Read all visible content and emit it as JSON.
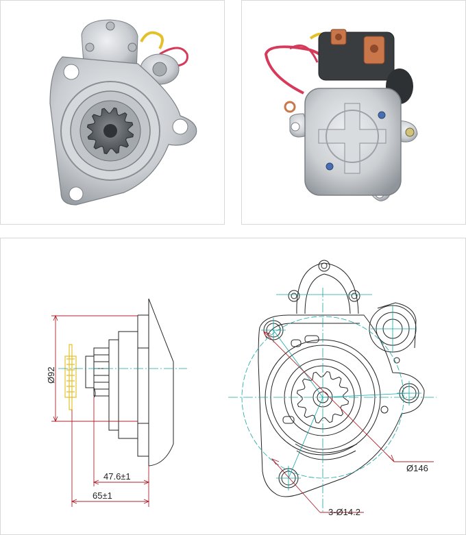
{
  "drawing": {
    "dimensions": {
      "diameter_92": "Ø92",
      "length_47_6": "47.6±1",
      "length_65": "65±1",
      "diameter_146": "Ø146",
      "holes": "3-Ø14.2"
    }
  },
  "colors": {
    "aluminum": "#c9ccd0",
    "aluminum_dark": "#9da2a8",
    "wire_red": "#d63a5a",
    "wire_yellow": "#e3c12b",
    "copper": "#c9774a",
    "dim_red": "#b0202a",
    "center_cyan": "#12a5a5",
    "drawing_ink": "#222222"
  }
}
